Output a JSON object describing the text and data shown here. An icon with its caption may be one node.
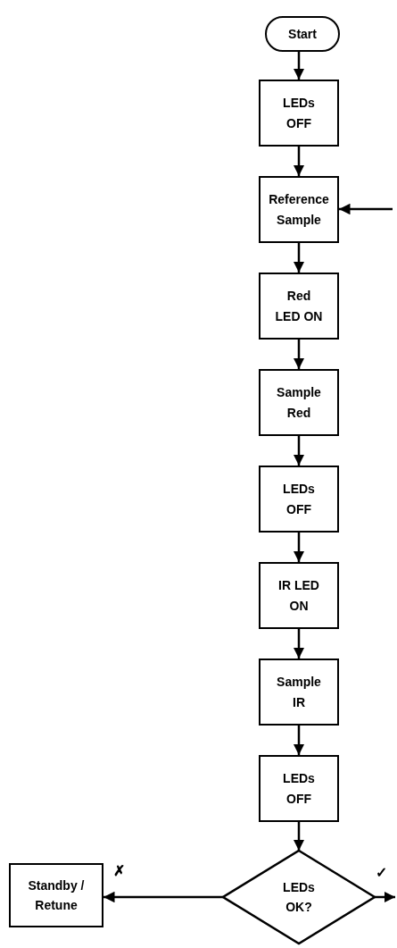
{
  "diagram": {
    "nodes": [
      {
        "text": [
          "Start"
        ]
      },
      {
        "text": [
          "LEDs OFF"
        ]
      },
      {
        "text": [
          "Reference Sample"
        ]
      },
      {
        "text": [
          "Red LED ON"
        ]
      },
      {
        "text": [
          "Sample Red"
        ]
      },
      {
        "text": [
          "LEDs OFF"
        ]
      },
      {
        "text": [
          "IR LED ON"
        ]
      },
      {
        "text": [
          "Sample IR"
        ]
      },
      {
        "text": [
          "LEDs OFF"
        ]
      },
      {
        "text": [
          "LEDs OK?"
        ]
      },
      {
        "text": [
          "Standby / Retune"
        ]
      }
    ],
    "edges": [
      {
        "from": 0,
        "to": 1,
        "arrow": "to"
      },
      {
        "from": 1,
        "to": 2,
        "arrow": "to"
      },
      {
        "from": null,
        "to": 2,
        "arrow": "to"
      },
      {
        "from": 2,
        "to": 3,
        "arrow": "to"
      },
      {
        "from": 3,
        "to": 4,
        "arrow": "to"
      },
      {
        "from": 4,
        "to": 5,
        "arrow": "to"
      },
      {
        "from": 5,
        "to": 6,
        "arrow": "to"
      },
      {
        "from": 6,
        "to": 7,
        "arrow": "to"
      },
      {
        "from": 7,
        "to": 8,
        "arrow": "to"
      },
      {
        "from": 8,
        "to": 9,
        "arrow": "to"
      },
      {
        "from": 9,
        "to": 10,
        "arrow": "to",
        "label": "✗"
      },
      {
        "from": 9,
        "to": null,
        "arrow": "to",
        "label": "✓"
      }
    ]
  }
}
